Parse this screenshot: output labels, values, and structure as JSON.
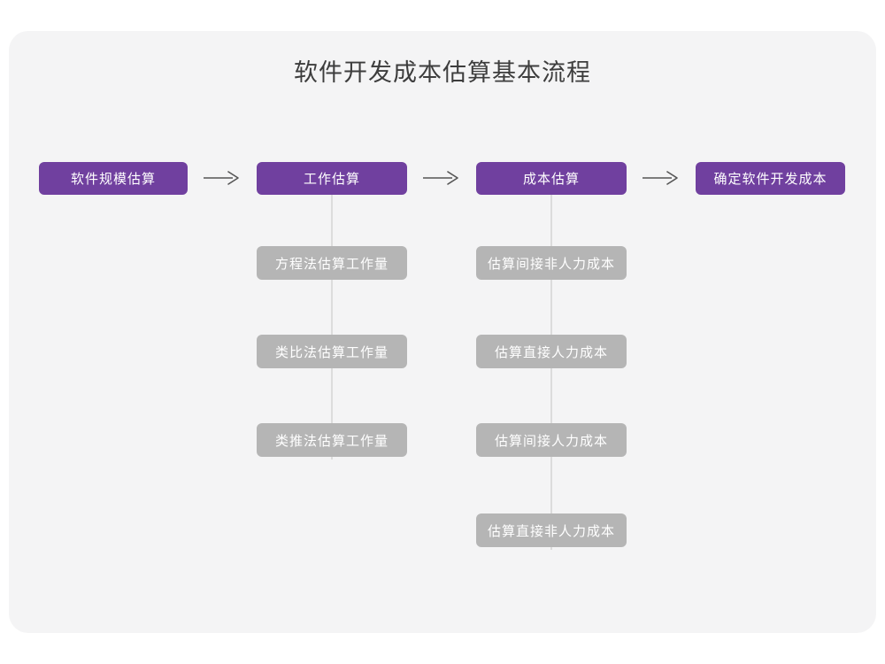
{
  "canvas": {
    "background_color": "#f4f4f5",
    "page_background": "#ffffff"
  },
  "title": "软件开发成本估算基本流程",
  "colors": {
    "primary": "#70409f",
    "secondary": "#b5b5b5",
    "title_text": "#3d3d3d",
    "node_text": "#ffffff",
    "connector": "#dcdcdc",
    "arrow": "#555555"
  },
  "flow": {
    "main_steps": [
      {
        "id": "step-1",
        "label": "软件规模估算"
      },
      {
        "id": "step-2",
        "label": "工作估算"
      },
      {
        "id": "step-3",
        "label": "成本估算"
      },
      {
        "id": "step-4",
        "label": "确定软件开发成本"
      }
    ],
    "arrows": [
      {
        "id": "arrow-1",
        "name": "arrow-right-icon"
      },
      {
        "id": "arrow-2",
        "name": "arrow-right-icon"
      },
      {
        "id": "arrow-3",
        "name": "arrow-right-icon"
      }
    ],
    "branches": [
      {
        "id": "branch-work-estimation",
        "parent": "工作估算",
        "items": [
          "方程法估算工作量",
          "类比法估算工作量",
          "类推法估算工作量"
        ]
      },
      {
        "id": "branch-cost-estimation",
        "parent": "成本估算",
        "items": [
          "估算间接非人力成本",
          "估算直接人力成本",
          "估算间接人力成本",
          "估算直接非人力成本"
        ]
      }
    ]
  },
  "chart_data": {
    "type": "diagram",
    "title": "软件开发成本估算基本流程",
    "nodes": [
      {
        "level": "main",
        "index": 0,
        "label": "软件规模估算"
      },
      {
        "level": "main",
        "index": 1,
        "label": "工作估算"
      },
      {
        "level": "main",
        "index": 2,
        "label": "成本估算"
      },
      {
        "level": "main",
        "index": 3,
        "label": "确定软件开发成本"
      },
      {
        "level": "sub",
        "parent": "工作估算",
        "index": 0,
        "label": "方程法估算工作量"
      },
      {
        "level": "sub",
        "parent": "工作估算",
        "index": 1,
        "label": "类比法估算工作量"
      },
      {
        "level": "sub",
        "parent": "工作估算",
        "index": 2,
        "label": "类推法估算工作量"
      },
      {
        "level": "sub",
        "parent": "成本估算",
        "index": 0,
        "label": "估算间接非人力成本"
      },
      {
        "level": "sub",
        "parent": "成本估算",
        "index": 1,
        "label": "估算直接人力成本"
      },
      {
        "level": "sub",
        "parent": "成本估算",
        "index": 2,
        "label": "估算间接人力成本"
      },
      {
        "level": "sub",
        "parent": "成本估算",
        "index": 3,
        "label": "估算直接非人力成本"
      }
    ],
    "edges": [
      {
        "from": "软件规模估算",
        "to": "工作估算",
        "style": "arrow"
      },
      {
        "from": "工作估算",
        "to": "成本估算",
        "style": "arrow"
      },
      {
        "from": "成本估算",
        "to": "确定软件开发成本",
        "style": "arrow"
      },
      {
        "from": "工作估算",
        "to": "方程法估算工作量",
        "style": "line"
      },
      {
        "from": "工作估算",
        "to": "类比法估算工作量",
        "style": "line"
      },
      {
        "from": "工作估算",
        "to": "类推法估算工作量",
        "style": "line"
      },
      {
        "from": "成本估算",
        "to": "估算间接非人力成本",
        "style": "line"
      },
      {
        "from": "成本估算",
        "to": "估算直接人力成本",
        "style": "line"
      },
      {
        "from": "成本估算",
        "to": "估算间接人力成本",
        "style": "line"
      },
      {
        "from": "成本估算",
        "to": "估算直接非人力成本",
        "style": "line"
      }
    ]
  }
}
